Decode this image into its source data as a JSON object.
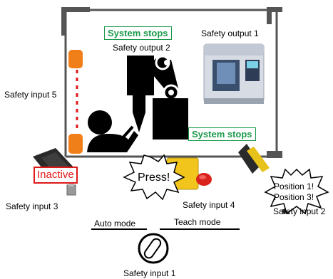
{
  "labels": {
    "system_stops_top": "System stops",
    "system_stops_bottom": "System stops",
    "safety_output_1": "Safety output 1",
    "safety_output_2": "Safety output 2",
    "safety_input_1": "Safety input 1",
    "safety_input_2": "Safety input 2",
    "safety_input_3": "Safety input 3",
    "safety_input_4": "Safety input 4",
    "safety_input_5": "Safety input 5",
    "inactive": "Inactive",
    "press": "Press!",
    "position_1": "Position 1!",
    "position_3": "Position 3!",
    "auto_mode": "Auto mode",
    "teach_mode": "Teach mode"
  },
  "colors": {
    "accent_green": "#1a9a4a",
    "alert_red": "#e01818",
    "curtain_orange": "#f07f1a",
    "frame": "#555555"
  }
}
